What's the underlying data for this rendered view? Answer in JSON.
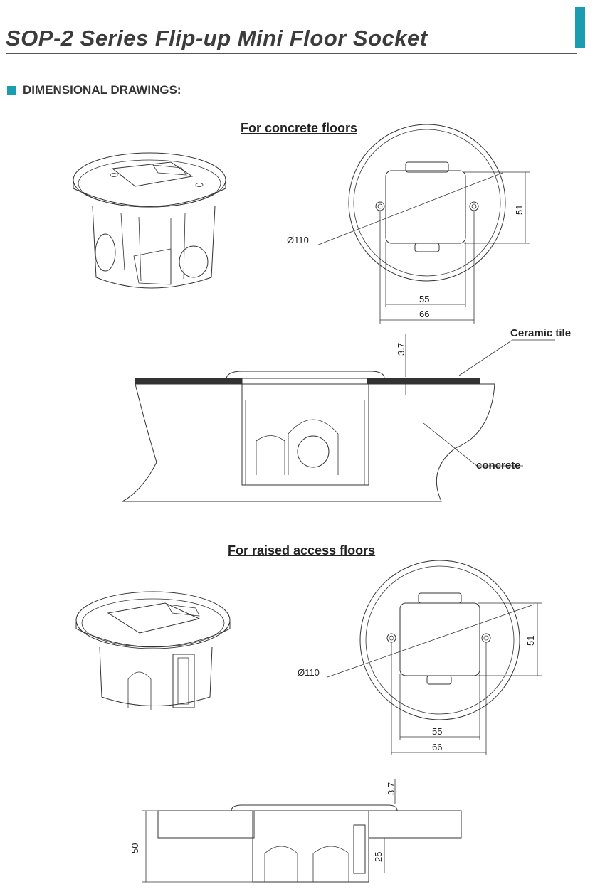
{
  "header": {
    "title": "SOP-2 Series Flip-up Mini Floor Socket"
  },
  "section": {
    "heading": "DIMENSIONAL DRAWINGS:"
  },
  "concrete": {
    "heading": "For concrete floors",
    "diameter": "Ø110",
    "dim_height": "51",
    "dim_inner_width": "55",
    "dim_outer_width": "66",
    "dim_flange": "3.7",
    "label_tile": "Ceramic tile",
    "label_concrete": "concrete"
  },
  "raised": {
    "heading": "For raised access floors",
    "diameter": "Ø110",
    "dim_height": "51",
    "dim_inner_width": "55",
    "dim_outer_width": "66",
    "dim_flange": "3.7",
    "dim_total": "50",
    "dim_clamp": "25"
  },
  "colors": {
    "accent": "#1a9db0"
  }
}
